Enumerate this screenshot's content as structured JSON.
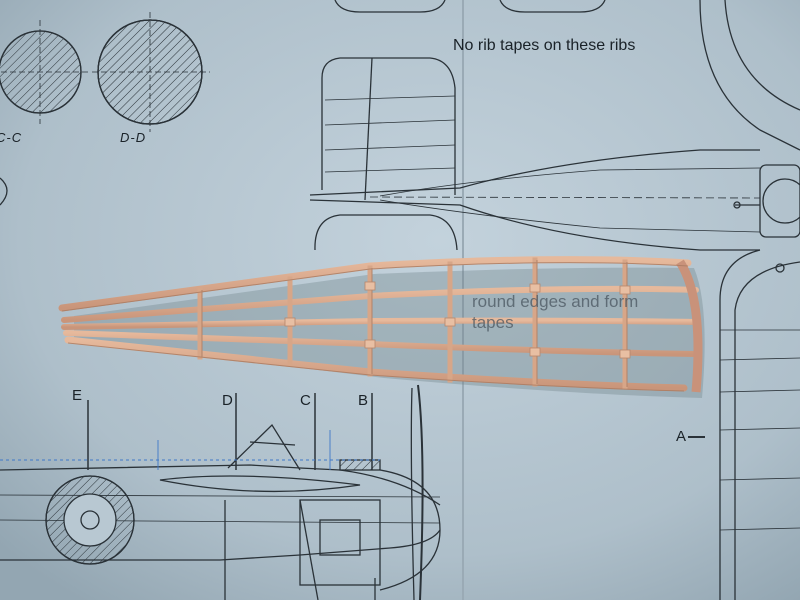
{
  "plan": {
    "note_top": "No rib tapes on these ribs",
    "section_labels": [
      "C-C",
      "D-D"
    ],
    "station_labels": {
      "a": "A",
      "b": "B",
      "c": "C",
      "d": "D",
      "e": "E"
    },
    "obscured_note_lines": [
      "round edges and form",
      "tapes"
    ]
  },
  "colors": {
    "paper": "#aebfca",
    "ink": "#1a2228",
    "balsa": "#d9a98c",
    "balsa_dark": "#a97b62",
    "pencil": "#3f78c8"
  }
}
